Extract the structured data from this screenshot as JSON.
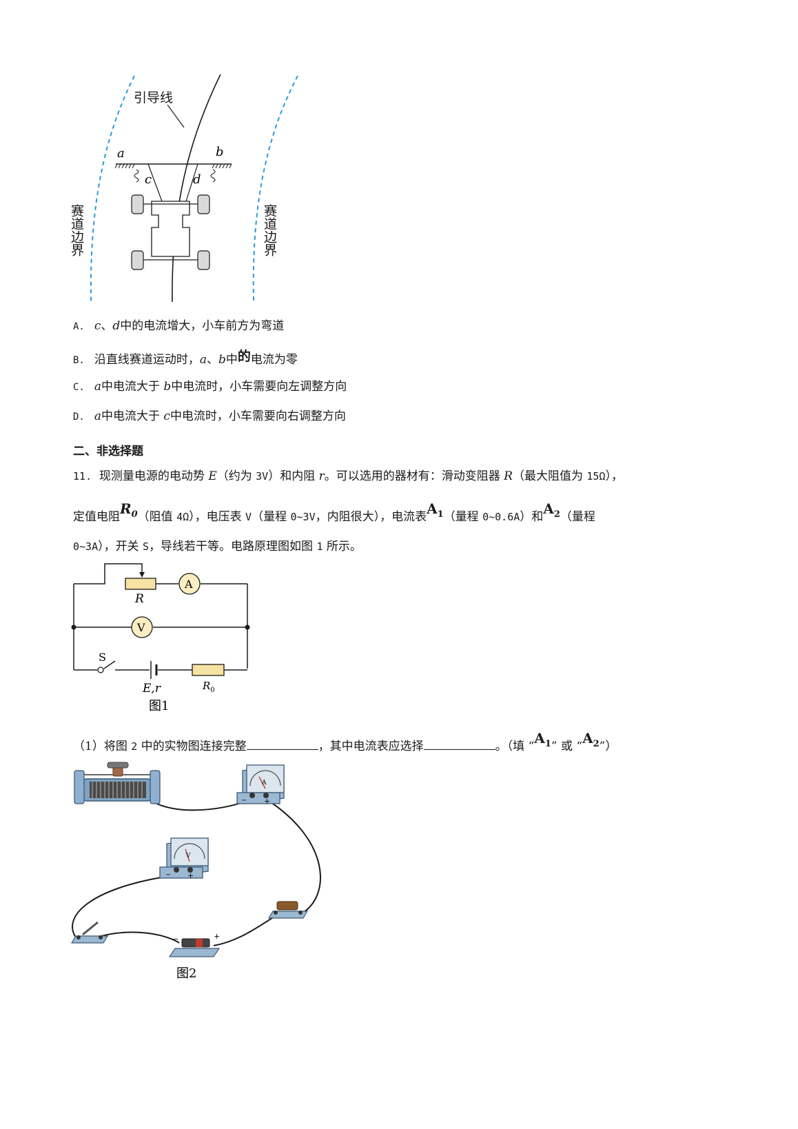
{
  "figure_top": {
    "guide_label": "引导线",
    "coil_a": "a",
    "coil_b": "b",
    "coil_c": "c",
    "coil_d": "d",
    "boundary_left": "赛道边界",
    "boundary_right": "赛道边界",
    "colors": {
      "boundary": "#2a9bd6",
      "line": "#1a1a1a"
    }
  },
  "options": [
    {
      "label": "A.",
      "parts": [
        "c",
        "、",
        "d",
        "中的电流增大，小车前方为弯道"
      ]
    },
    {
      "label": "B.",
      "parts": [
        "沿直线赛道运动时，",
        "a",
        "、",
        "b",
        "中",
        "的",
        "电流为零"
      ]
    },
    {
      "label": "C.",
      "parts": [
        "a",
        "中电流大于 ",
        "b",
        "中电流时，小车需要向左调整方向"
      ]
    },
    {
      "label": "D.",
      "parts": [
        "a",
        "中电流大于 ",
        "c",
        "中电流时，小车需要向右调整方向"
      ]
    }
  ],
  "section_heading": "二、非选择题",
  "question": {
    "number": "11.",
    "l1_a": "现测量电源的电动势 ",
    "l1_E": "E",
    "l1_b": "（约为 ",
    "l1_b2": "3V",
    "l1_c": "）和内阻 ",
    "l1_r": "r",
    "l1_d": "。可以选用的器材有：滑动变阻器 ",
    "l1_R": "R",
    "l1_e": "（最大阻值为 ",
    "l1_e2": "15Ω",
    "l1_f": "），",
    "l2_a": "定值电阻",
    "l2_R0": "R",
    "l2_R0sub": "0",
    "l2_b": "（阻值 ",
    "l2_b2": "4Ω",
    "l2_c": "），电压表 ",
    "l2_c2": "V",
    "l2_d": "（量程 ",
    "l2_d2": "0~3V",
    "l2_e": "，内阻很大），电流表",
    "l2_A1": "A",
    "l2_A1sub": "1",
    "l2_f": "（量程 ",
    "l2_f2": "0~0.6A",
    "l2_g": "）和",
    "l2_A2": "A",
    "l2_A2sub": "2",
    "l2_h": "（量程",
    "l3_a": "0~3A",
    "l3_b": "），开关 ",
    "l3_b2": "S",
    "l3_c": "，导线若干等。电路原理图如图 ",
    "l3_c2": "1",
    "l3_d": " 所示。"
  },
  "circuit": {
    "R": "R",
    "A": "A",
    "V": "V",
    "S": "S",
    "Er": "E,r",
    "R0": "R",
    "R0sub": "0",
    "caption": "图1"
  },
  "subq1": {
    "a": "（1）将图 ",
    "a2": "2",
    "b": " 中的实物图连接完整",
    "c": "，其中电流表应选择",
    "d": "。（填 “",
    "A1": "A",
    "A1sub": "1",
    "e": "” 或 “",
    "A2": "A",
    "A2sub": "2",
    "f": "”）"
  },
  "figure2": {
    "ammeter_label": "A",
    "voltmeter_label": "V",
    "minus": "−",
    "plus": "+",
    "caption": "图2"
  }
}
